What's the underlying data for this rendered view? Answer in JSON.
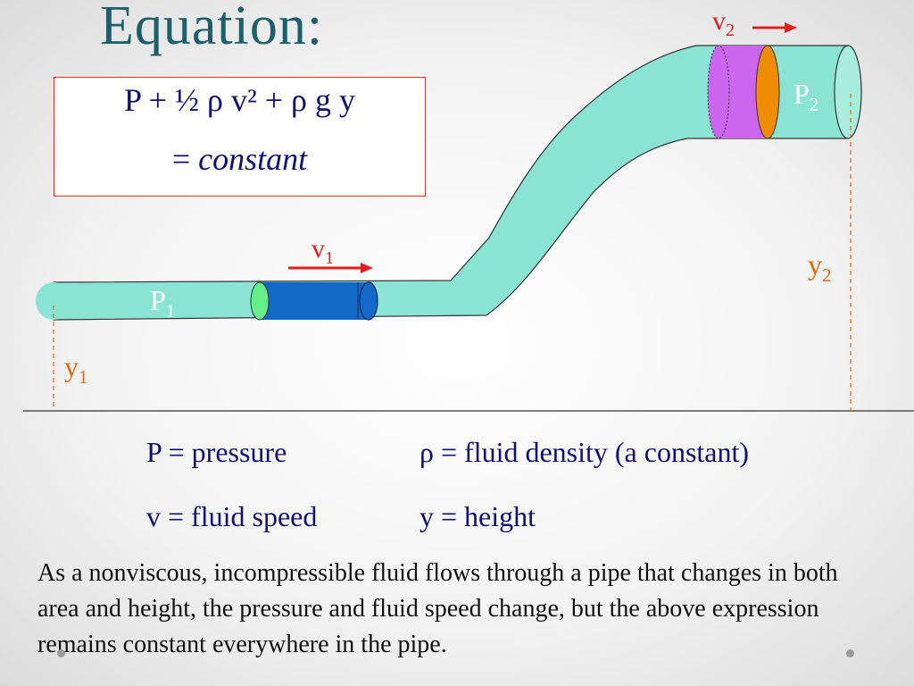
{
  "title": "Equation:",
  "equation": {
    "line1": "P + ½ ρ v² + ρ g y",
    "line2_prefix": "= ",
    "line2_italic": "constant"
  },
  "diagram_labels": {
    "v1": "v",
    "v1_sub": "1",
    "v2": "v",
    "v2_sub": "2",
    "p1": "P",
    "p1_sub": "1",
    "p2": "P",
    "p2_sub": "2",
    "y1": "y",
    "y1_sub": "1",
    "y2": "y",
    "y2_sub": "2"
  },
  "definitions": {
    "pressure": "P = pressure",
    "density": "ρ = fluid density (a constant)",
    "speed": "v = fluid speed",
    "height": "y = height"
  },
  "caption": "As a nonviscous, incompressible fluid flows through a pipe that changes in both area and height, the pressure and fluid speed change, but the above expression remains constant everywhere in the pipe.",
  "colors": {
    "pipe": "#8be3d3",
    "title": "#1d5f6b",
    "text_blue": "#101070",
    "label_red": "#e02020",
    "label_orange": "#e06a10",
    "slug_blue": "#1468c8",
    "slug_green": "#66ee88",
    "slug_purple": "#cc66ee",
    "slug_orange": "#f08c00"
  }
}
